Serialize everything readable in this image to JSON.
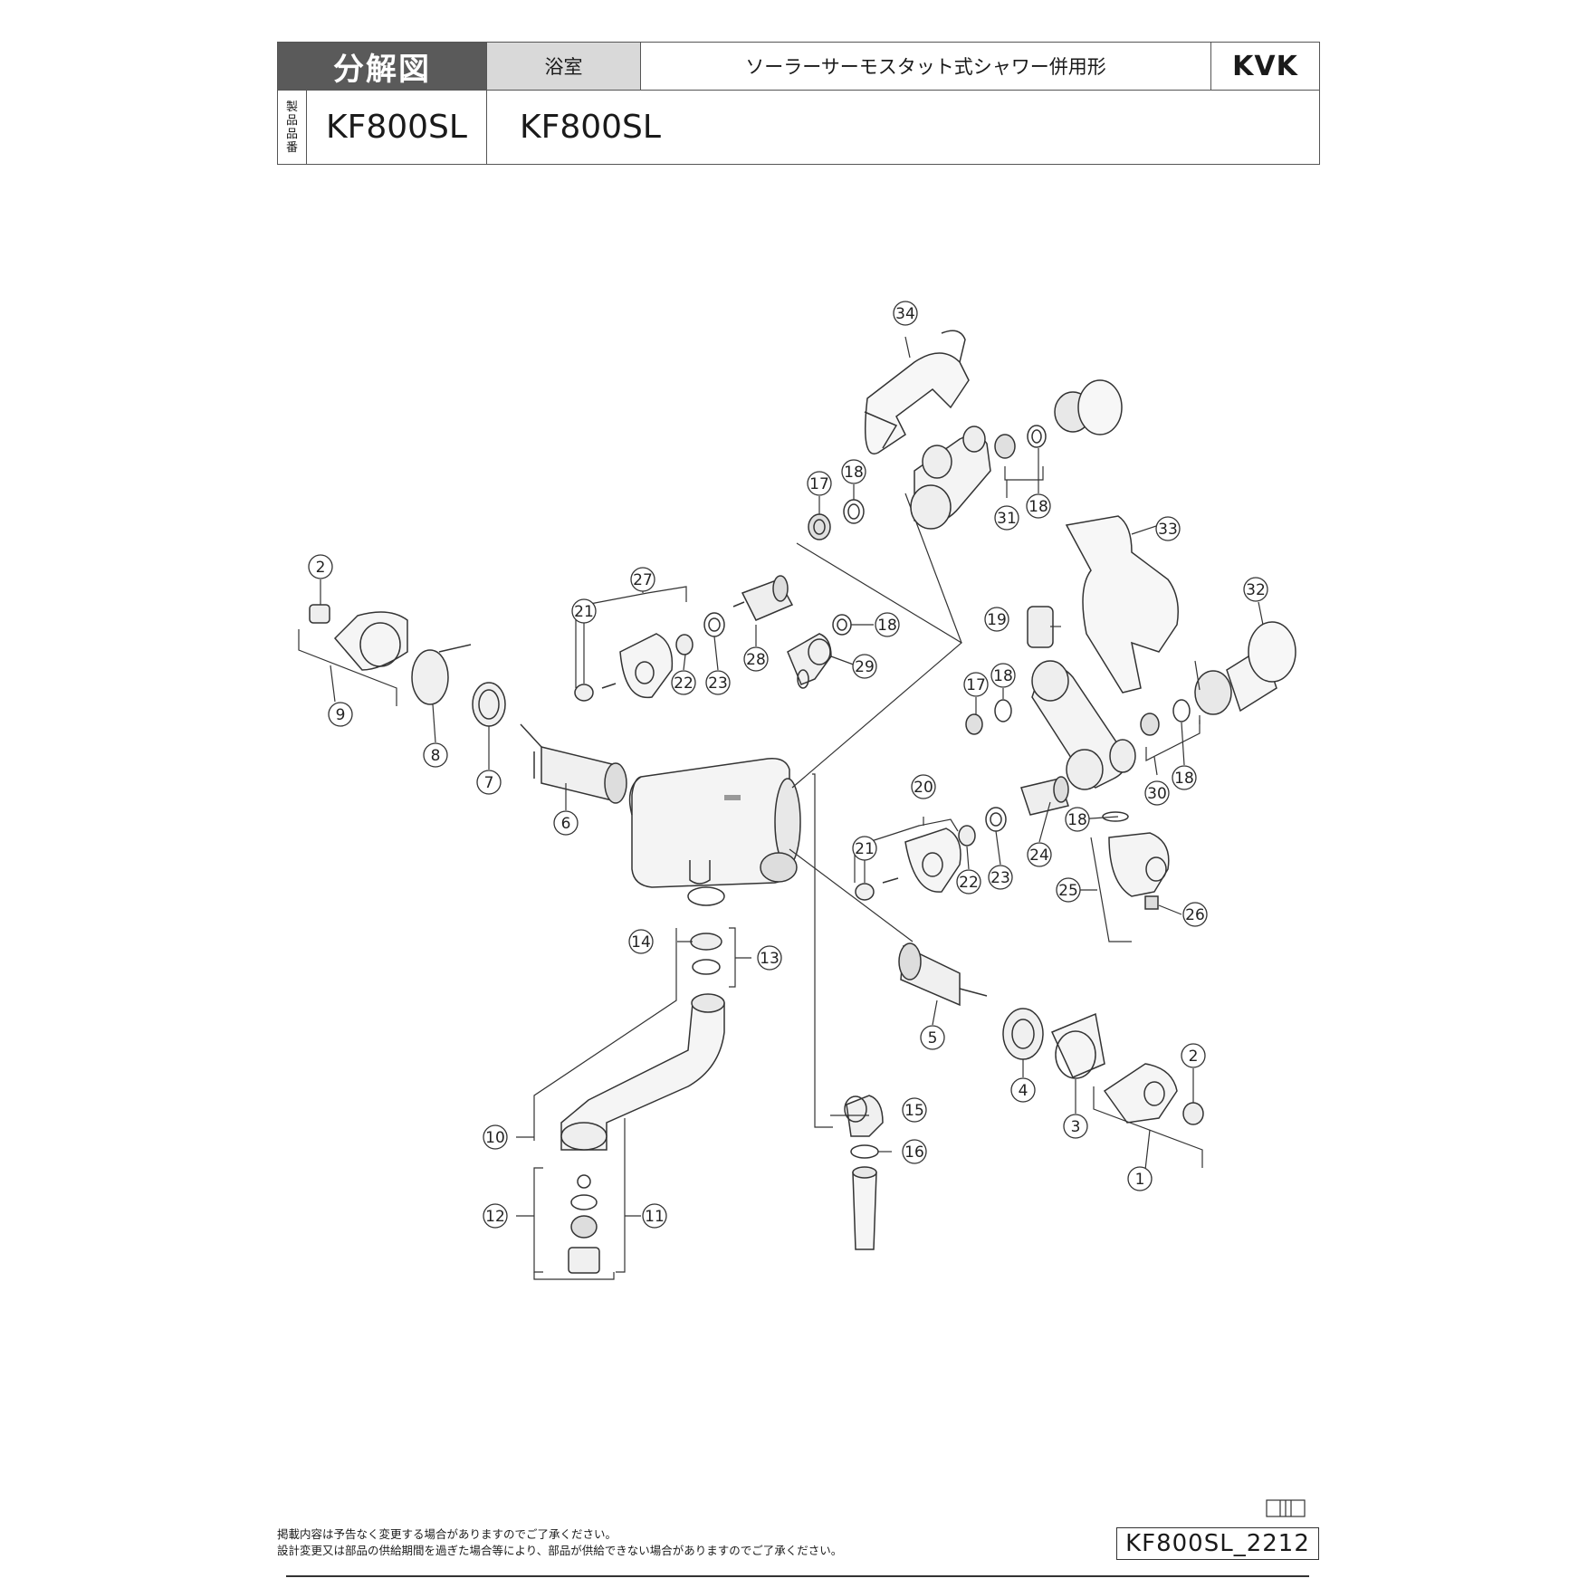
{
  "header": {
    "title": "分解図",
    "room": "浴室",
    "description": "ソーラーサーモスタット式シャワー併用形",
    "brand": "KVK",
    "vertical_label_chars": [
      "製",
      "品",
      "品",
      "番"
    ],
    "model_left": "KF800SL",
    "model_right": "KF800SL"
  },
  "callouts": {
    "n1": "1",
    "n2": "2",
    "n3": "3",
    "n4": "4",
    "n5": "5",
    "n6": "6",
    "n7": "7",
    "n8": "8",
    "n9": "9",
    "n10": "10",
    "n11": "11",
    "n12": "12",
    "n13": "13",
    "n14": "14",
    "n15": "15",
    "n16": "16",
    "n17": "17",
    "n18": "18",
    "n19": "19",
    "n20": "20",
    "n21": "21",
    "n22": "22",
    "n23": "23",
    "n24": "24",
    "n25": "25",
    "n26": "26",
    "n27": "27",
    "n28": "28",
    "n29": "29",
    "n30": "30",
    "n31": "31",
    "n32": "32",
    "n33": "33",
    "n34": "34"
  },
  "footer": {
    "note_line1": "掲載内容は予告なく変更する場合がありますのでご了承ください。",
    "note_line2": "設計変更又は部品の供給期間を過ぎた場合等により、部品が供給できない場合がありますのでご了承ください。",
    "doc_code": "KF800SL_2212"
  }
}
